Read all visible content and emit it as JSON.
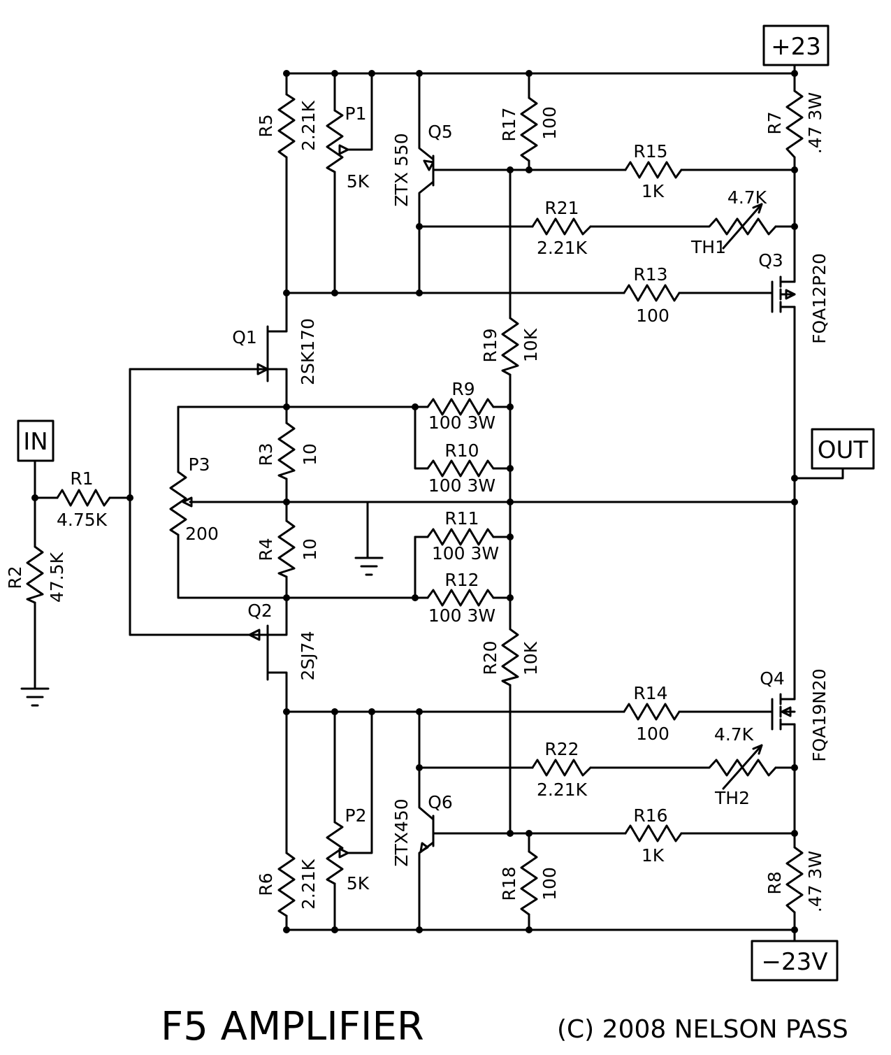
{
  "title": "F5 AMPLIFIER",
  "copyright": "(C) 2008 NELSON PASS",
  "ports": {
    "vpos": "+23",
    "vneg": "−23V",
    "in": "IN",
    "out": "OUT"
  },
  "components": {
    "r1": {
      "ref": "R1",
      "value": "4.75K"
    },
    "r2": {
      "ref": "R2",
      "value": "47.5K"
    },
    "r3": {
      "ref": "R3",
      "value": "10"
    },
    "r4": {
      "ref": "R4",
      "value": "10"
    },
    "r5": {
      "ref": "R5",
      "value": "2.21K"
    },
    "r6": {
      "ref": "R6",
      "value": "2.21K"
    },
    "r7": {
      "ref": "R7",
      "value": ".47 3W"
    },
    "r8": {
      "ref": "R8",
      "value": ".47 3W"
    },
    "r9": {
      "ref": "R9",
      "value": "100 3W"
    },
    "r10": {
      "ref": "R10",
      "value": "100 3W"
    },
    "r11": {
      "ref": "R11",
      "value": "100 3W"
    },
    "r12": {
      "ref": "R12",
      "value": "100 3W"
    },
    "r13": {
      "ref": "R13",
      "value": "100"
    },
    "r14": {
      "ref": "R14",
      "value": "100"
    },
    "r15": {
      "ref": "R15",
      "value": "1K"
    },
    "r16": {
      "ref": "R16",
      "value": "1K"
    },
    "r17": {
      "ref": "R17",
      "value": "100"
    },
    "r18": {
      "ref": "R18",
      "value": "100"
    },
    "r19": {
      "ref": "R19",
      "value": "10K"
    },
    "r20": {
      "ref": "R20",
      "value": "10K"
    },
    "r21": {
      "ref": "R21",
      "value": "2.21K"
    },
    "r22": {
      "ref": "R22",
      "value": "2.21K"
    },
    "p1": {
      "ref": "P1",
      "value": "5K"
    },
    "p2": {
      "ref": "P2",
      "value": "5K"
    },
    "p3": {
      "ref": "P3",
      "value": "200"
    },
    "th1": {
      "ref": "TH1",
      "value": "4.7K"
    },
    "th2": {
      "ref": "TH2",
      "value": "4.7K"
    },
    "q1": {
      "ref": "Q1",
      "value": "2SK170"
    },
    "q2": {
      "ref": "Q2",
      "value": "2SJ74"
    },
    "q3": {
      "ref": "Q3",
      "value": "FQA12P20"
    },
    "q4": {
      "ref": "Q4",
      "value": "FQA19N20"
    },
    "q5": {
      "ref": "Q5",
      "value": "ZTX 550"
    },
    "q6": {
      "ref": "Q6",
      "value": "ZTX450"
    }
  }
}
